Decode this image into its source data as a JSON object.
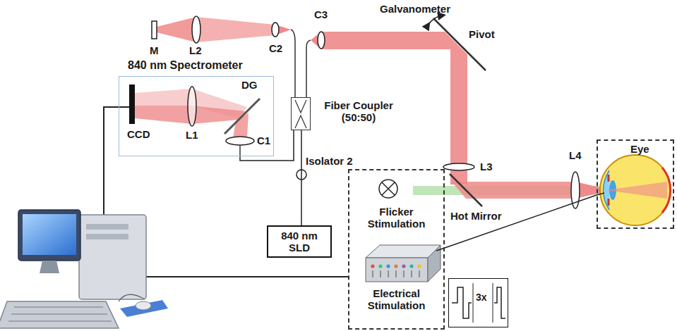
{
  "diagram": {
    "nodes": [
      {
        "text": [
          "840 nm Spectrometer"
        ]
      },
      {
        "text": [
          "Fiber Coupler (50:50)"
        ]
      },
      {
        "text": [
          "840 nm SLD"
        ]
      },
      {
        "text": [
          "Flicker Stimulation",
          "Electrical Stimulation"
        ]
      },
      {
        "text": [
          "3x"
        ]
      },
      {
        "text": [
          "Eye"
        ]
      }
    ],
    "edges": [
      {
        "from": 1,
        "to": 0,
        "arrow": "none"
      },
      {
        "from": 1,
        "to": 2,
        "arrow": "none"
      },
      {
        "from": 3,
        "to": 5,
        "arrow": "none"
      }
    ],
    "labels": [
      "M",
      "L2",
      "C2",
      "C3",
      "Galvanometer",
      "Pivot",
      "DG",
      "CCD",
      "L1",
      "C1",
      "Isolator 2",
      "L3",
      "Hot Mirror",
      "L4"
    ]
  }
}
